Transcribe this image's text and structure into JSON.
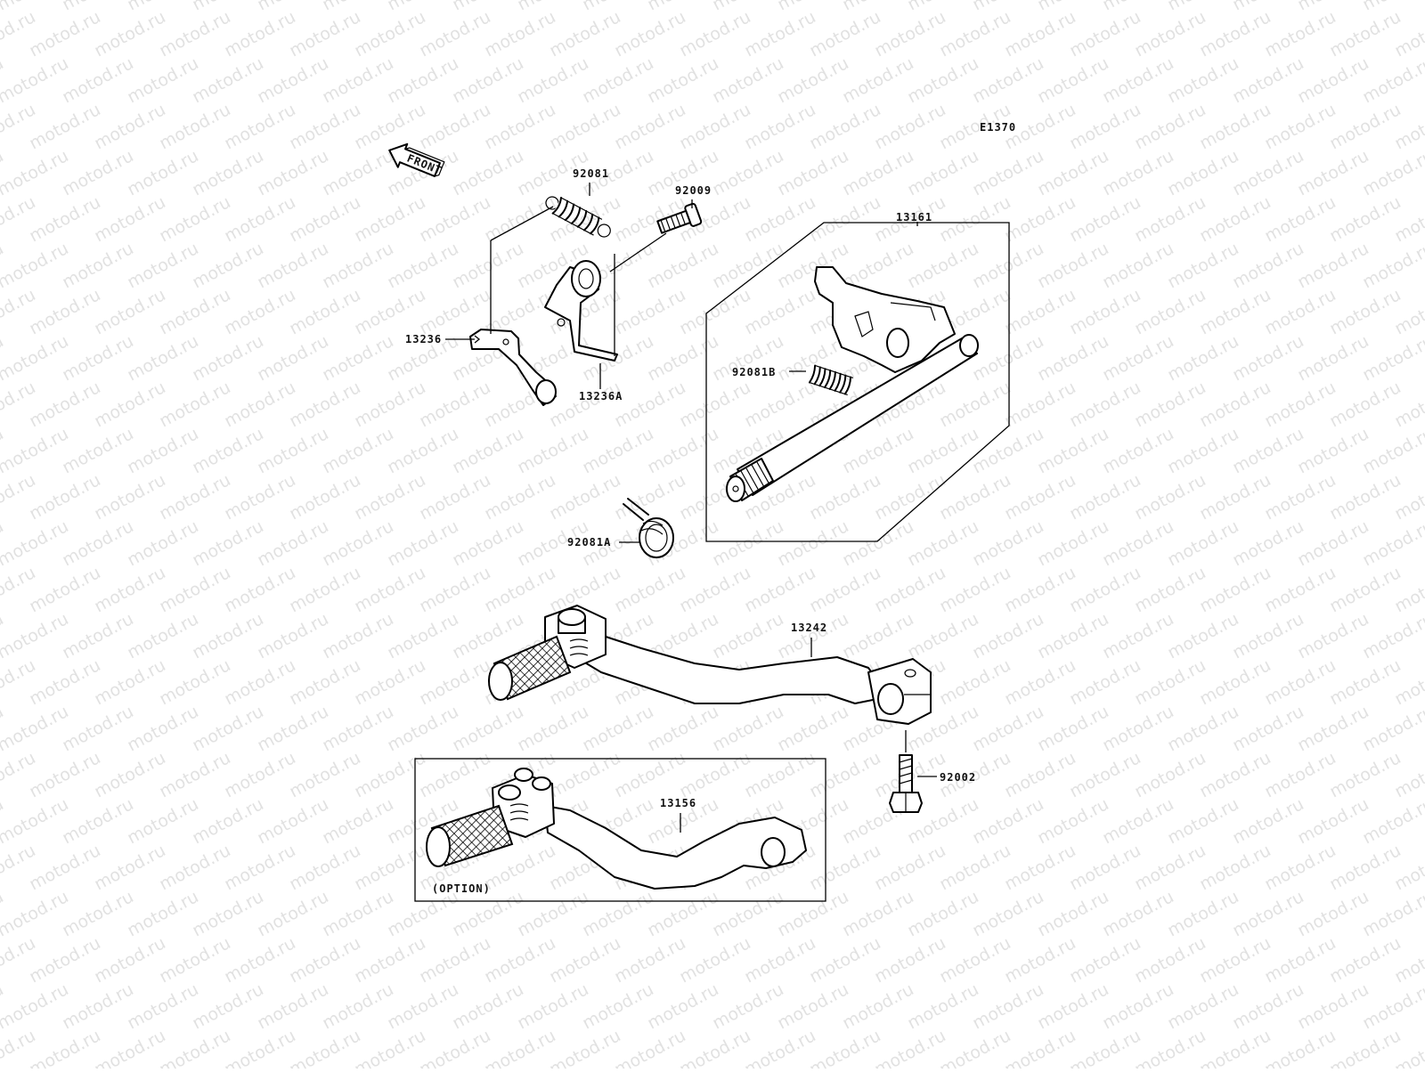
{
  "diagram": {
    "code": "E1370",
    "watermark": "motod.ru",
    "front_arrow_label": "FRONT",
    "option_label": "(OPTION)",
    "parts": {
      "spring_92081": "92081",
      "bolt_92009": "92009",
      "shaft_13161": "13161",
      "lever_13236": "13236",
      "arm_13236A": "13236A",
      "spring_92081B": "92081B",
      "spring_92081A": "92081A",
      "pedal_13242": "13242",
      "bolt_92002": "92002",
      "pedal_13156": "13156"
    }
  }
}
